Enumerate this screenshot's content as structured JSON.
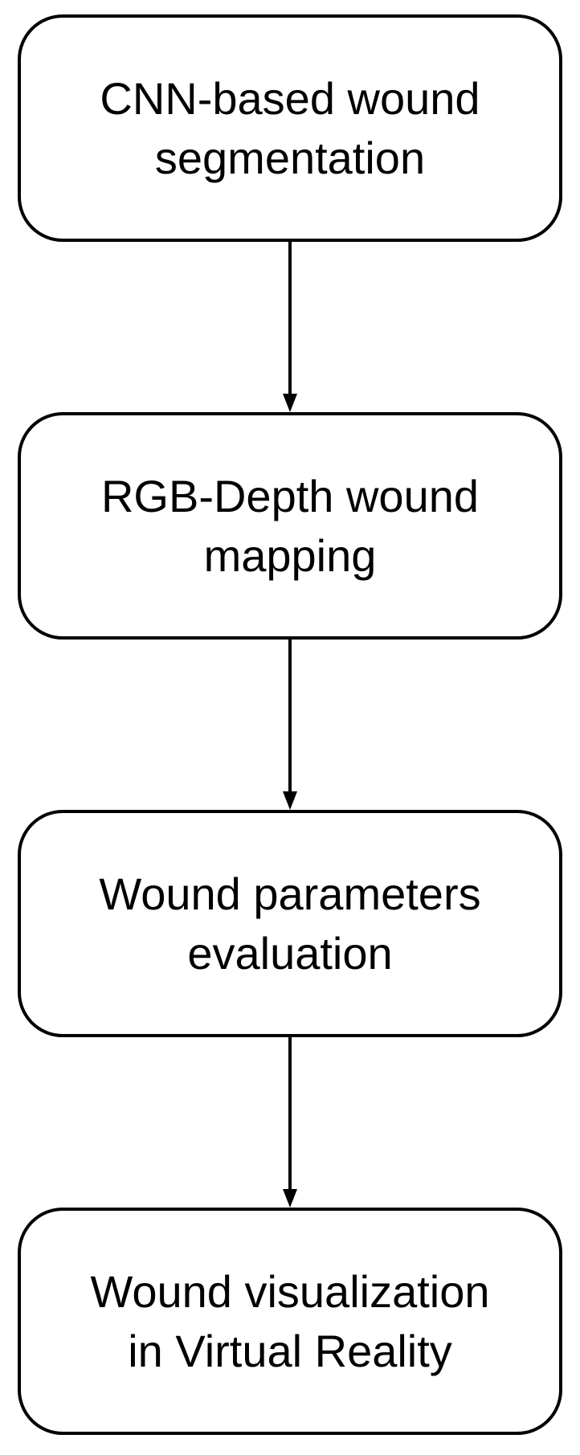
{
  "steps": [
    {
      "line1": "CNN-based wound",
      "line2": "segmentation"
    },
    {
      "line1": "RGB-Depth wound",
      "line2": "mapping"
    },
    {
      "line1": "Wound parameters",
      "line2": "evaluation"
    },
    {
      "line1": "Wound visualization",
      "line2": "in Virtual Reality"
    }
  ],
  "colors": {
    "stroke": "#000000",
    "background": "#ffffff"
  }
}
